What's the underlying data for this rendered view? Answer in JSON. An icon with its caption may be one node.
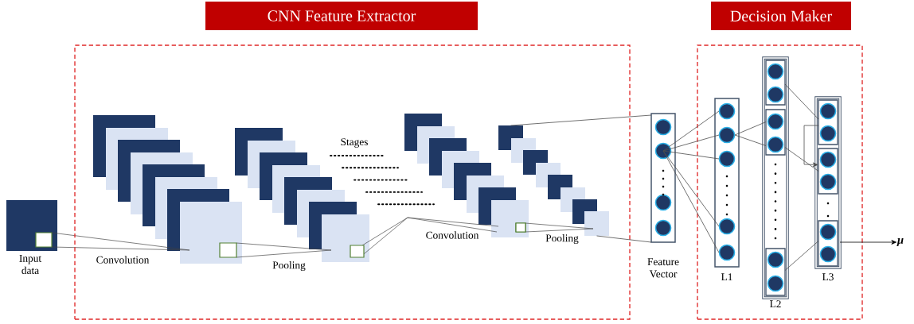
{
  "diagram": {
    "nodes": [
      {
        "text": [
          "CNN Feature Extractor"
        ]
      },
      {
        "text": [
          "Decision Maker"
        ]
      },
      {
        "text": [
          "Feature Vector"
        ]
      },
      {
        "text": [
          "L1"
        ],
        "in": 1
      },
      {
        "text": [
          "L2"
        ],
        "in": 1
      },
      {
        "text": [],
        "shape": "box",
        "in": 4
      },
      {
        "text": [],
        "shape": "box",
        "in": 4
      },
      {
        "text": [],
        "shape": "box",
        "in": 4
      },
      {
        "text": [
          "L3"
        ],
        "in": 1
      },
      {
        "text": [],
        "shape": "box",
        "in": 8
      },
      {
        "text": [],
        "shape": "box",
        "in": 8
      },
      {
        "text": [],
        "shape": "box",
        "in": 8
      },
      {
        "text": [
          "μ"
        ]
      },
      {
        "text": [],
        "shape": "box",
        "in": 0
      },
      {
        "text": [],
        "shape": "box",
        "in": 0
      }
    ],
    "edges": [
      {
        "from": 2,
        "to": 3,
        "arrow": "none"
      },
      {
        "from": 2,
        "to": 3,
        "arrow": "none"
      },
      {
        "from": 2,
        "to": 3,
        "arrow": "none"
      },
      {
        "from": 2,
        "to": 3,
        "arrow": "none"
      },
      {
        "from": 2,
        "to": 3,
        "arrow": "none"
      },
      {
        "from": 3,
        "to": 6,
        "arrow": "none"
      },
      {
        "from": 3,
        "to": 6,
        "arrow": "none"
      },
      {
        "from": 5,
        "to": 9,
        "arrow": "none"
      },
      {
        "from": 6,
        "to": 10,
        "arrow": "none"
      },
      {
        "from": 7,
        "to": 11,
        "arrow": "none"
      },
      {
        "from": 9,
        "to": 10,
        "arrow": "to"
      },
      {
        "from": 8,
        "to": 12,
        "arrow": "to"
      },
      {
        "from": 13,
        "to": 2,
        "arrow": "none"
      },
      {
        "from": 14,
        "to": 2,
        "arrow": "none"
      }
    ],
    "labels": [
      "Input data",
      "Convolution",
      "Pooling",
      "Stages",
      "Convolution",
      "Pooling"
    ]
  }
}
